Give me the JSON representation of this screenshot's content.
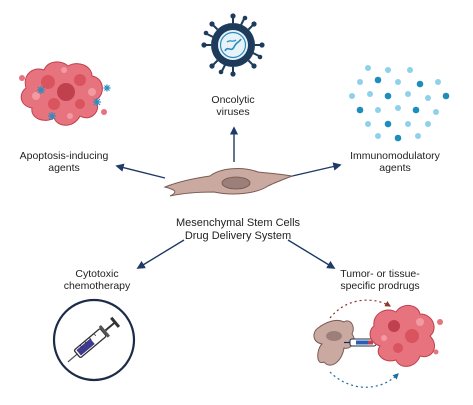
{
  "center": {
    "line1": "Mesenchymal Stem Cells",
    "line2": "Drug Delivery System"
  },
  "nodes": {
    "oncolytic": {
      "line1": "Oncolytic",
      "line2": "viruses",
      "icon": "virus-icon"
    },
    "apoptosis": {
      "line1": "Apoptosis-inducing",
      "line2": "agents",
      "icon": "tumor-cell-cluster-icon"
    },
    "immuno": {
      "line1": "Immunomodulatory",
      "line2": "agents",
      "icon": "molecule-dots-icon"
    },
    "cytotoxic": {
      "line1": "Cytotoxic",
      "line2": "chemotherapy",
      "icon": "syringe-icon"
    },
    "prodrugs": {
      "line1": "Tumor- or tissue-",
      "line2": "specific prodrugs",
      "icon": "prodrug-targeting-icon"
    }
  },
  "colors": {
    "arrow": "#1f3a66",
    "msc_cell": "#c9a9a0",
    "msc_nucleus": "#9c7f78",
    "tumor": "#e6737d",
    "tumor_dark": "#c0404e",
    "virus": "#1e3b5c",
    "dot_light": "#8fd0ea",
    "dot_dark": "#1d8dbb",
    "syringe_circle": "#1c2b4a",
    "syringe_fluid": "#3e3a8f"
  }
}
